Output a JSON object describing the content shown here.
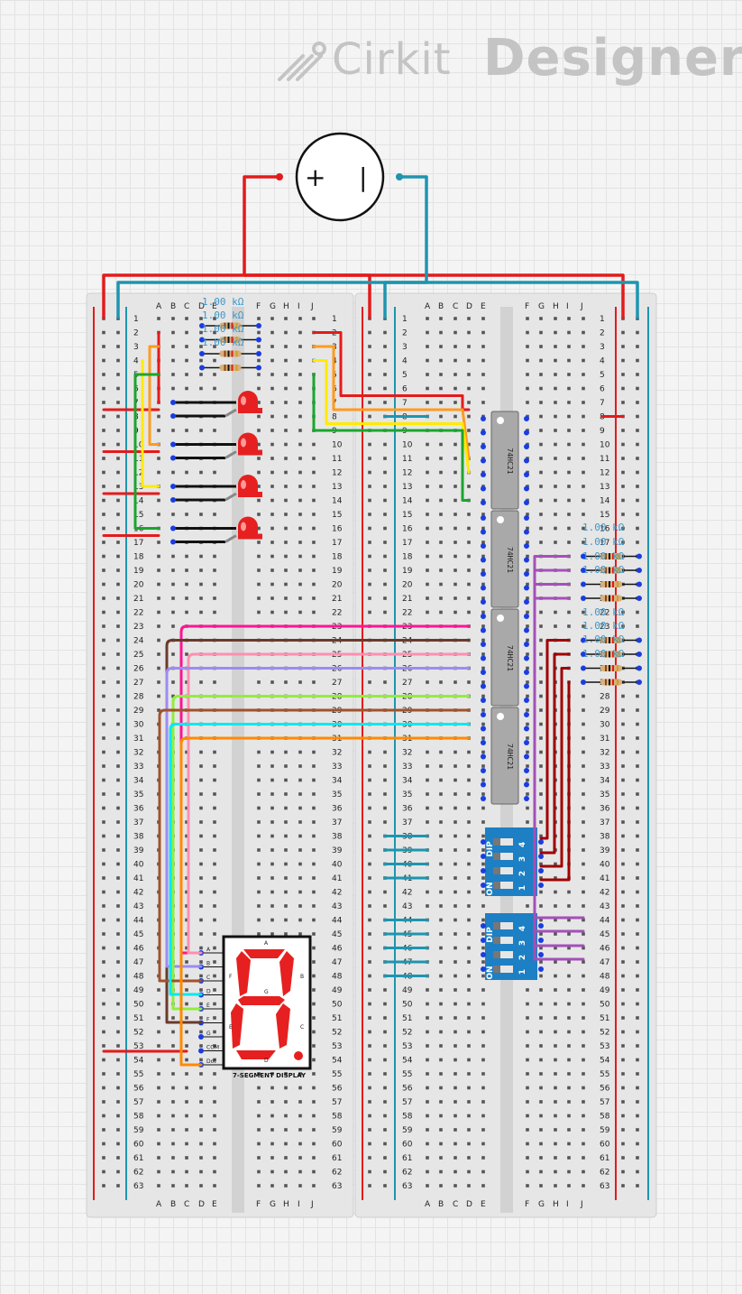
{
  "brand": {
    "name_part1": "Cirkit",
    "name_part2": "Designer",
    "icon": "cirkit-logo-icon"
  },
  "breadboard": {
    "columns_left": [
      "A",
      "B",
      "C",
      "D",
      "E"
    ],
    "columns_right": [
      "F",
      "G",
      "H",
      "I",
      "J"
    ],
    "rows": 63
  },
  "resistor_label": "1.00 kΩ",
  "ic_label": "74HC21",
  "dip_label": "DIP",
  "dip_on_label": "ON",
  "dip_numbers": [
    "1",
    "2",
    "3",
    "4"
  ],
  "segment_display": {
    "title": "7-SEGMENT DISPLAY",
    "pins_left": [
      "A",
      "B",
      "C",
      "D",
      "E",
      "F",
      "G",
      "COM",
      "Dot"
    ],
    "segment_letters": [
      "A",
      "B",
      "C",
      "D",
      "E",
      "F",
      "G"
    ]
  },
  "battery_symbols": {
    "plus": "+",
    "minus": "|"
  },
  "colors": {
    "red_wire": "#e31b1b",
    "blue_wire": "#1e95b0",
    "orange": "#ff9a1f",
    "yellow": "#ffea00",
    "green": "#1aa52e",
    "pink": "#ff1493",
    "brown": "#6b3a2a",
    "light_pink": "#ff8fb0",
    "lavender": "#9c8cf0",
    "lime": "#90ee3c",
    "sienna": "#a0522d",
    "cyan": "#00eaf2",
    "dark_orange": "#ff8a00",
    "purple": "#a450b8",
    "dark_red": "#a00000",
    "led_red": "#e62020",
    "ic_gray": "#a9a9a9",
    "dip_blue": "#1d7fc4"
  }
}
